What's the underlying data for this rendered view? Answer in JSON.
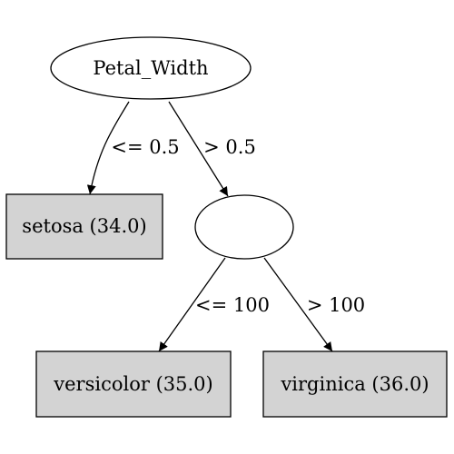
{
  "tree": {
    "root": {
      "label": "Petal_Width"
    },
    "inner": {
      "label": ""
    },
    "leaves": [
      {
        "label": "setosa (34.0)"
      },
      {
        "label": "versicolor (35.0)"
      },
      {
        "label": "virginica (36.0)"
      }
    ],
    "edges": [
      {
        "label": "<= 0.5"
      },
      {
        "label": "> 0.5"
      },
      {
        "label": "<= 100"
      },
      {
        "label": "> 100"
      }
    ]
  },
  "colors": {
    "leaf_fill": "#d3d3d3",
    "stroke": "#000000"
  }
}
